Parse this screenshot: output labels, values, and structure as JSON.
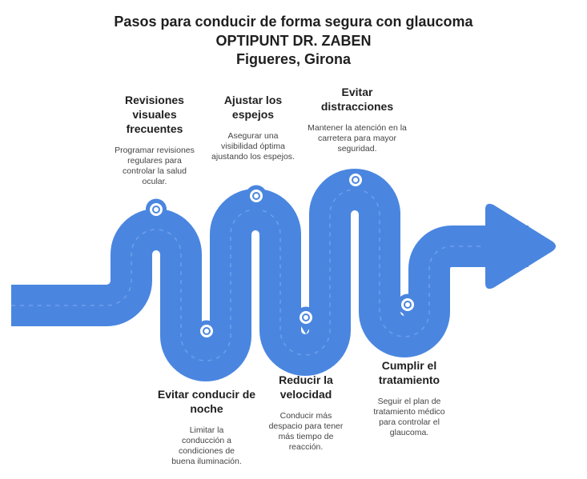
{
  "title": {
    "line1": "Pasos para conducir de forma segura con glaucoma",
    "line2": "OPTIPUNT DR. ZABEN",
    "line3": "Figueres, Girona"
  },
  "steps": [
    {
      "heading": "Revisiones visuales frecuentes",
      "description": "Programar revisiones regulares para controlar la salud ocular."
    },
    {
      "heading": "Evitar conducir de noche",
      "description": "Limitar la conducción a condiciones de buena iluminación."
    },
    {
      "heading": "Ajustar los espejos",
      "description": "Asegurar una visibilidad óptima ajustando los espejos."
    },
    {
      "heading": "Reducir la velocidad",
      "description": "Conducir más despacio para tener más tiempo de reacción."
    },
    {
      "heading": "Evitar distracciones",
      "description": "Mantener la atención en la carretera para mayor seguridad."
    },
    {
      "heading": "Cumplir el tratamiento",
      "description": "Seguir el plan de tratamiento médico para controlar el glaucoma."
    }
  ],
  "colors": {
    "road": "#4a86e0",
    "road_dash": "#6f9eea",
    "pin": "#4a86e0"
  }
}
